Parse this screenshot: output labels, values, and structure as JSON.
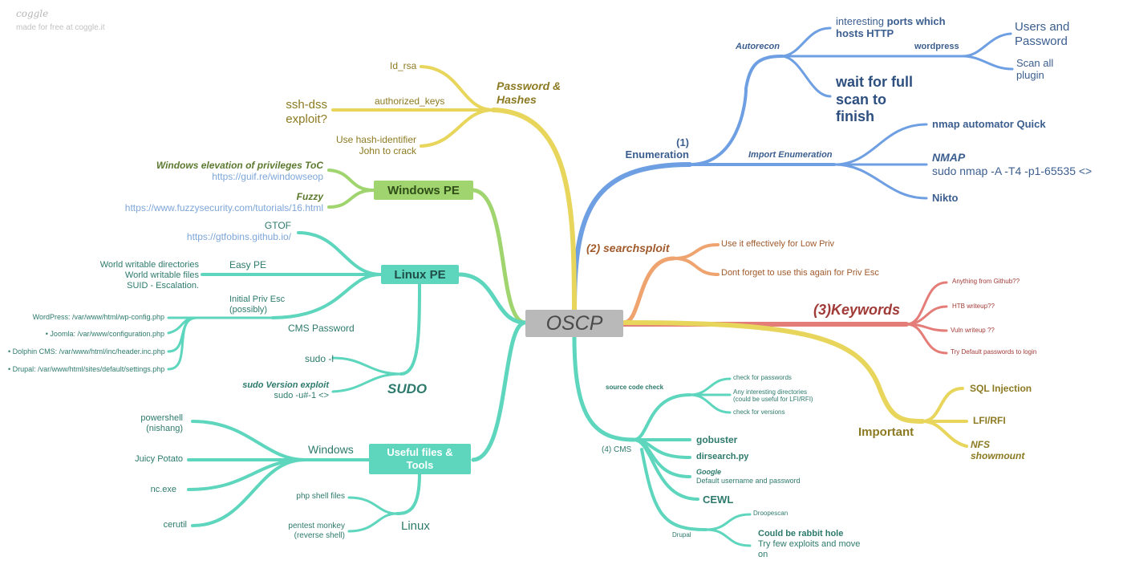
{
  "brand": {
    "logo": "coggle",
    "tagline": "made for free at coggle.it"
  },
  "colors": {
    "blue": "#6f9fe3",
    "yellow": "#e8d55c",
    "orange": "#efa36f",
    "red": "#e47c78",
    "teal": "#5dd6bd",
    "green": "#9fd46f",
    "center": "#b9b9b9"
  },
  "center": "OSCP",
  "enumeration": {
    "title_line1": "(1)",
    "title_line2": "Enumeration",
    "autorecon": "Autorecon",
    "ports_a": "interesting ",
    "ports_b": "ports which",
    "ports_c": "hosts HTTP",
    "wordpress": "wordpress",
    "users_password": "Users and\nPassword",
    "scan_plugin": "Scan all\nplugin",
    "wait": "wait for full\nscan to\nfinish",
    "import_enum": "Import Enumeration",
    "nmap_automator": "nmap automator Quick",
    "nmap_title": "NMAP",
    "nmap_cmd": "sudo nmap -A -T4 -p1-65535 <>",
    "nikto": "Nikto"
  },
  "password": {
    "title": "Password &\nHashes",
    "id_rsa": "Id_rsa",
    "authorized_keys": "authorized_keys",
    "ssh_dss": "ssh-dss\nexploit?",
    "hash": "Use hash-identifier\nJohn to crack"
  },
  "windows_pe": {
    "title": "Windows PE",
    "toc_title": "Windows elevation of privileges ToC",
    "toc_url": "https://guif.re/windowseop",
    "fuzzy_title": "Fuzzy",
    "fuzzy_url": "https://www.fuzzysecurity.com/tutorials/16.html"
  },
  "linux_pe": {
    "title": "Linux PE",
    "gtof": "GTOF",
    "gtof_url": "https://gtfobins.github.io/",
    "easy_pe": "Easy PE",
    "world": "World writable directories\nWorld writable files\nSUID - Escalation.",
    "initial": "Initial Priv Esc\n(possibly)",
    "cms_password": "CMS Password",
    "wp": "WordPress: /var/www/html/wp-config.php",
    "joomla": "• Joomla: /var/www/configuration.php",
    "dolphin": "• Dolphin CMS: /var/www/html/inc/header.inc.php",
    "drupal": "• Drupal: /var/www/html/sites/default/settings.php",
    "sudo_l": "sudo -l",
    "sudo_version": "sudo Version exploit",
    "sudo_cmd": "sudo -u#-1 <>",
    "sudo": "SUDO"
  },
  "useful": {
    "title": "Useful files &\nTools",
    "windows": "Windows",
    "powershell": "powershell\n(nishang)",
    "juicy": "Juicy Potato",
    "nc": "nc.exe",
    "certutil": "cerutil",
    "linux": "Linux",
    "php": "php shell files",
    "pentest": "pentest monkey\n(reverse shell)"
  },
  "searchsploit": {
    "title": "(2) searchsploit",
    "low": "Use it effectively for Low Priv",
    "priv": "Dont forget to use this again for Priv Esc"
  },
  "keywords": {
    "title": "(3)Keywords",
    "github": "Anything from Github??",
    "htb": "HTB writeup??",
    "vuln": "Vuln writeup ??",
    "default": "Try Default passwords to login"
  },
  "important": {
    "title": "Important",
    "sqli": "SQL Injection",
    "lfi": "LFI/RFI",
    "nfs": "NFS\nshowmount"
  },
  "cms": {
    "title": "(4) CMS",
    "source": "source code check",
    "passwords": "check for passwords",
    "dirs": "Any interesting directories\n(could be useful for LFI/RFI)",
    "versions": "check for versions",
    "gobuster": "gobuster",
    "dirsearch": "dirsearch.py",
    "google_title": "Google",
    "google_text": "Default username and password",
    "cewl": "CEWL",
    "drupal": "Drupal",
    "droopescan": "Droopescan",
    "rabbit_title": "Could be rabbit hole",
    "rabbit_text": "Try few exploits and move\non"
  }
}
